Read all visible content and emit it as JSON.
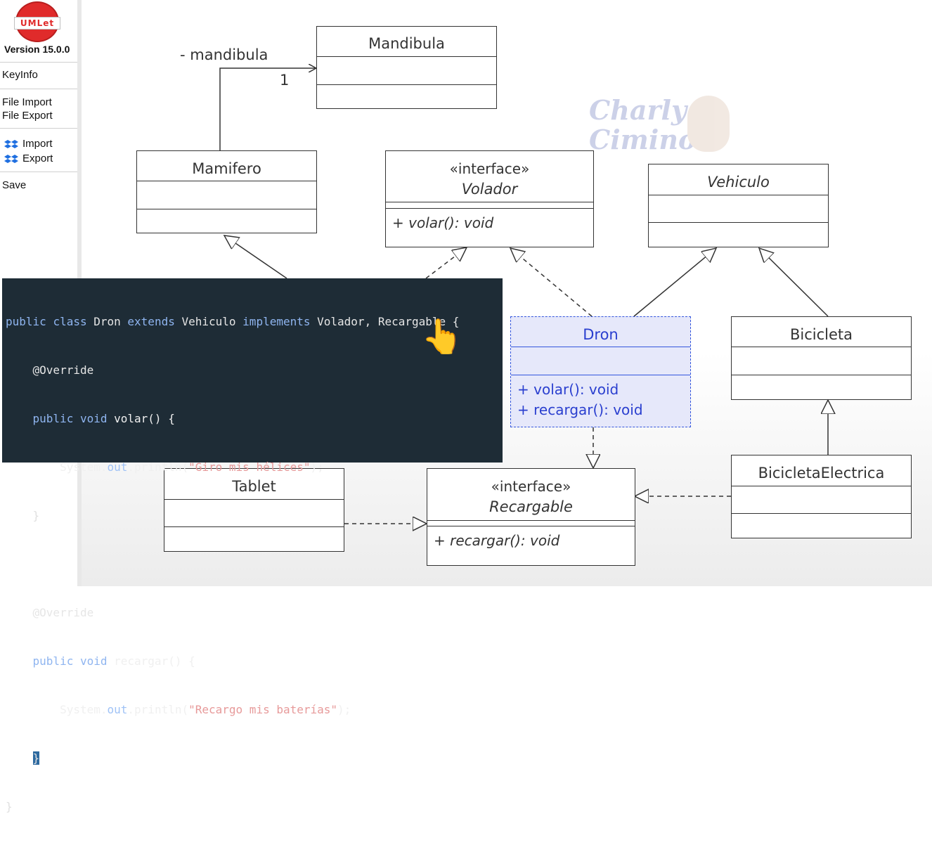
{
  "sidebar": {
    "logo_text": "UMLet",
    "version": "Version 15.0.0",
    "keyinfo": "KeyInfo",
    "file_import": "File Import",
    "file_export": "File Export",
    "dropbox_import": "Import",
    "dropbox_export": "Export",
    "save": "Save",
    "dropbox_icon": "dropbox-icon"
  },
  "diagram": {
    "mandibula": {
      "name": "Mandibula"
    },
    "assoc_role": "- mandibula",
    "assoc_mult": "1",
    "mamifero": {
      "name": "Mamifero"
    },
    "volador": {
      "stereotype": "«interface»",
      "name": "Volador",
      "method": "+ volar(): void"
    },
    "vehiculo": {
      "name": "Vehiculo"
    },
    "dron": {
      "name": "Dron",
      "method1": "+ volar(): void",
      "method2": "+ recargar(): void"
    },
    "bicicleta": {
      "name": "Bicicleta"
    },
    "bicicleta_electrica": {
      "name": "BicicletaElectrica"
    },
    "tablet": {
      "name": "Tablet"
    },
    "recargable": {
      "stereotype": "«interface»",
      "name": "Recargable",
      "method": "+ recargar(): void"
    },
    "watermark": {
      "line1": "Charly",
      "line2": "Cimino"
    }
  },
  "code": {
    "l1": {
      "a": "public",
      "b": " ",
      "c": "class",
      "d": " Dron ",
      "e": "extends",
      "f": " Vehiculo ",
      "g": "implements",
      "h": " Volador, Recargable {"
    },
    "l2": "    @Override",
    "l3": {
      "indent": "    ",
      "a": "public",
      "b": " ",
      "c": "void",
      "d": " volar() {"
    },
    "l4": {
      "indent": "        ",
      "a": "System.",
      "b": "out",
      "c": ".println(",
      "d": "\"Giro mis hélices\"",
      "e": ");"
    },
    "l5": "    }",
    "l6": "",
    "l7": "    @Override",
    "l8": {
      "indent": "    ",
      "a": "public",
      "b": " ",
      "c": "void",
      "d": " recargar() {"
    },
    "l9": {
      "indent": "        ",
      "a": "System.",
      "b": "out",
      "c": ".println(",
      "d": "\"Recargo mis baterías\"",
      "e": ");"
    },
    "l10": {
      "indent": "    ",
      "a": "}"
    },
    "l11": "}",
    "pointer_emoji": "👆"
  },
  "colors": {
    "selected_fill": "#e6e8fa",
    "selected_border": "#3355dd",
    "code_bg": "#1e2c36"
  }
}
